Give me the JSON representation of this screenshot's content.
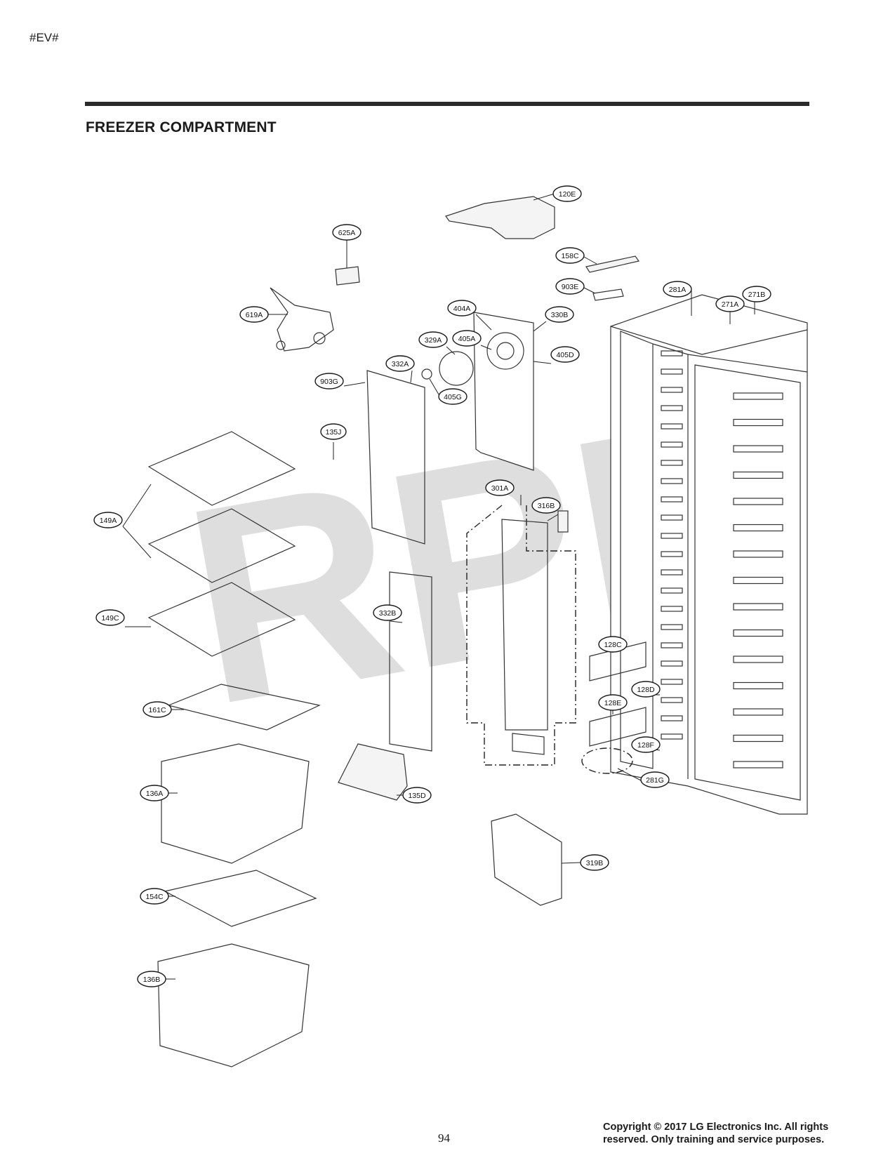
{
  "page": {
    "tag": "#EV#",
    "section_title": "FREEZER COMPARTMENT",
    "page_number": "94",
    "copyright": "Copyright © 2017 LG Electronics Inc. All rights reserved. Only training and service purposes."
  },
  "watermark": "RPI",
  "callouts": [
    "120E",
    "625A",
    "158C",
    "903E",
    "281A",
    "271A",
    "271B",
    "619A",
    "404A",
    "330B",
    "405A",
    "329A",
    "405D",
    "332A",
    "903G",
    "405G",
    "135J",
    "149A",
    "301A",
    "316B",
    "149C",
    "332B",
    "128C",
    "128D",
    "128E",
    "128F",
    "281G",
    "161C",
    "135D",
    "136A",
    "319B",
    "154C",
    "136B"
  ]
}
